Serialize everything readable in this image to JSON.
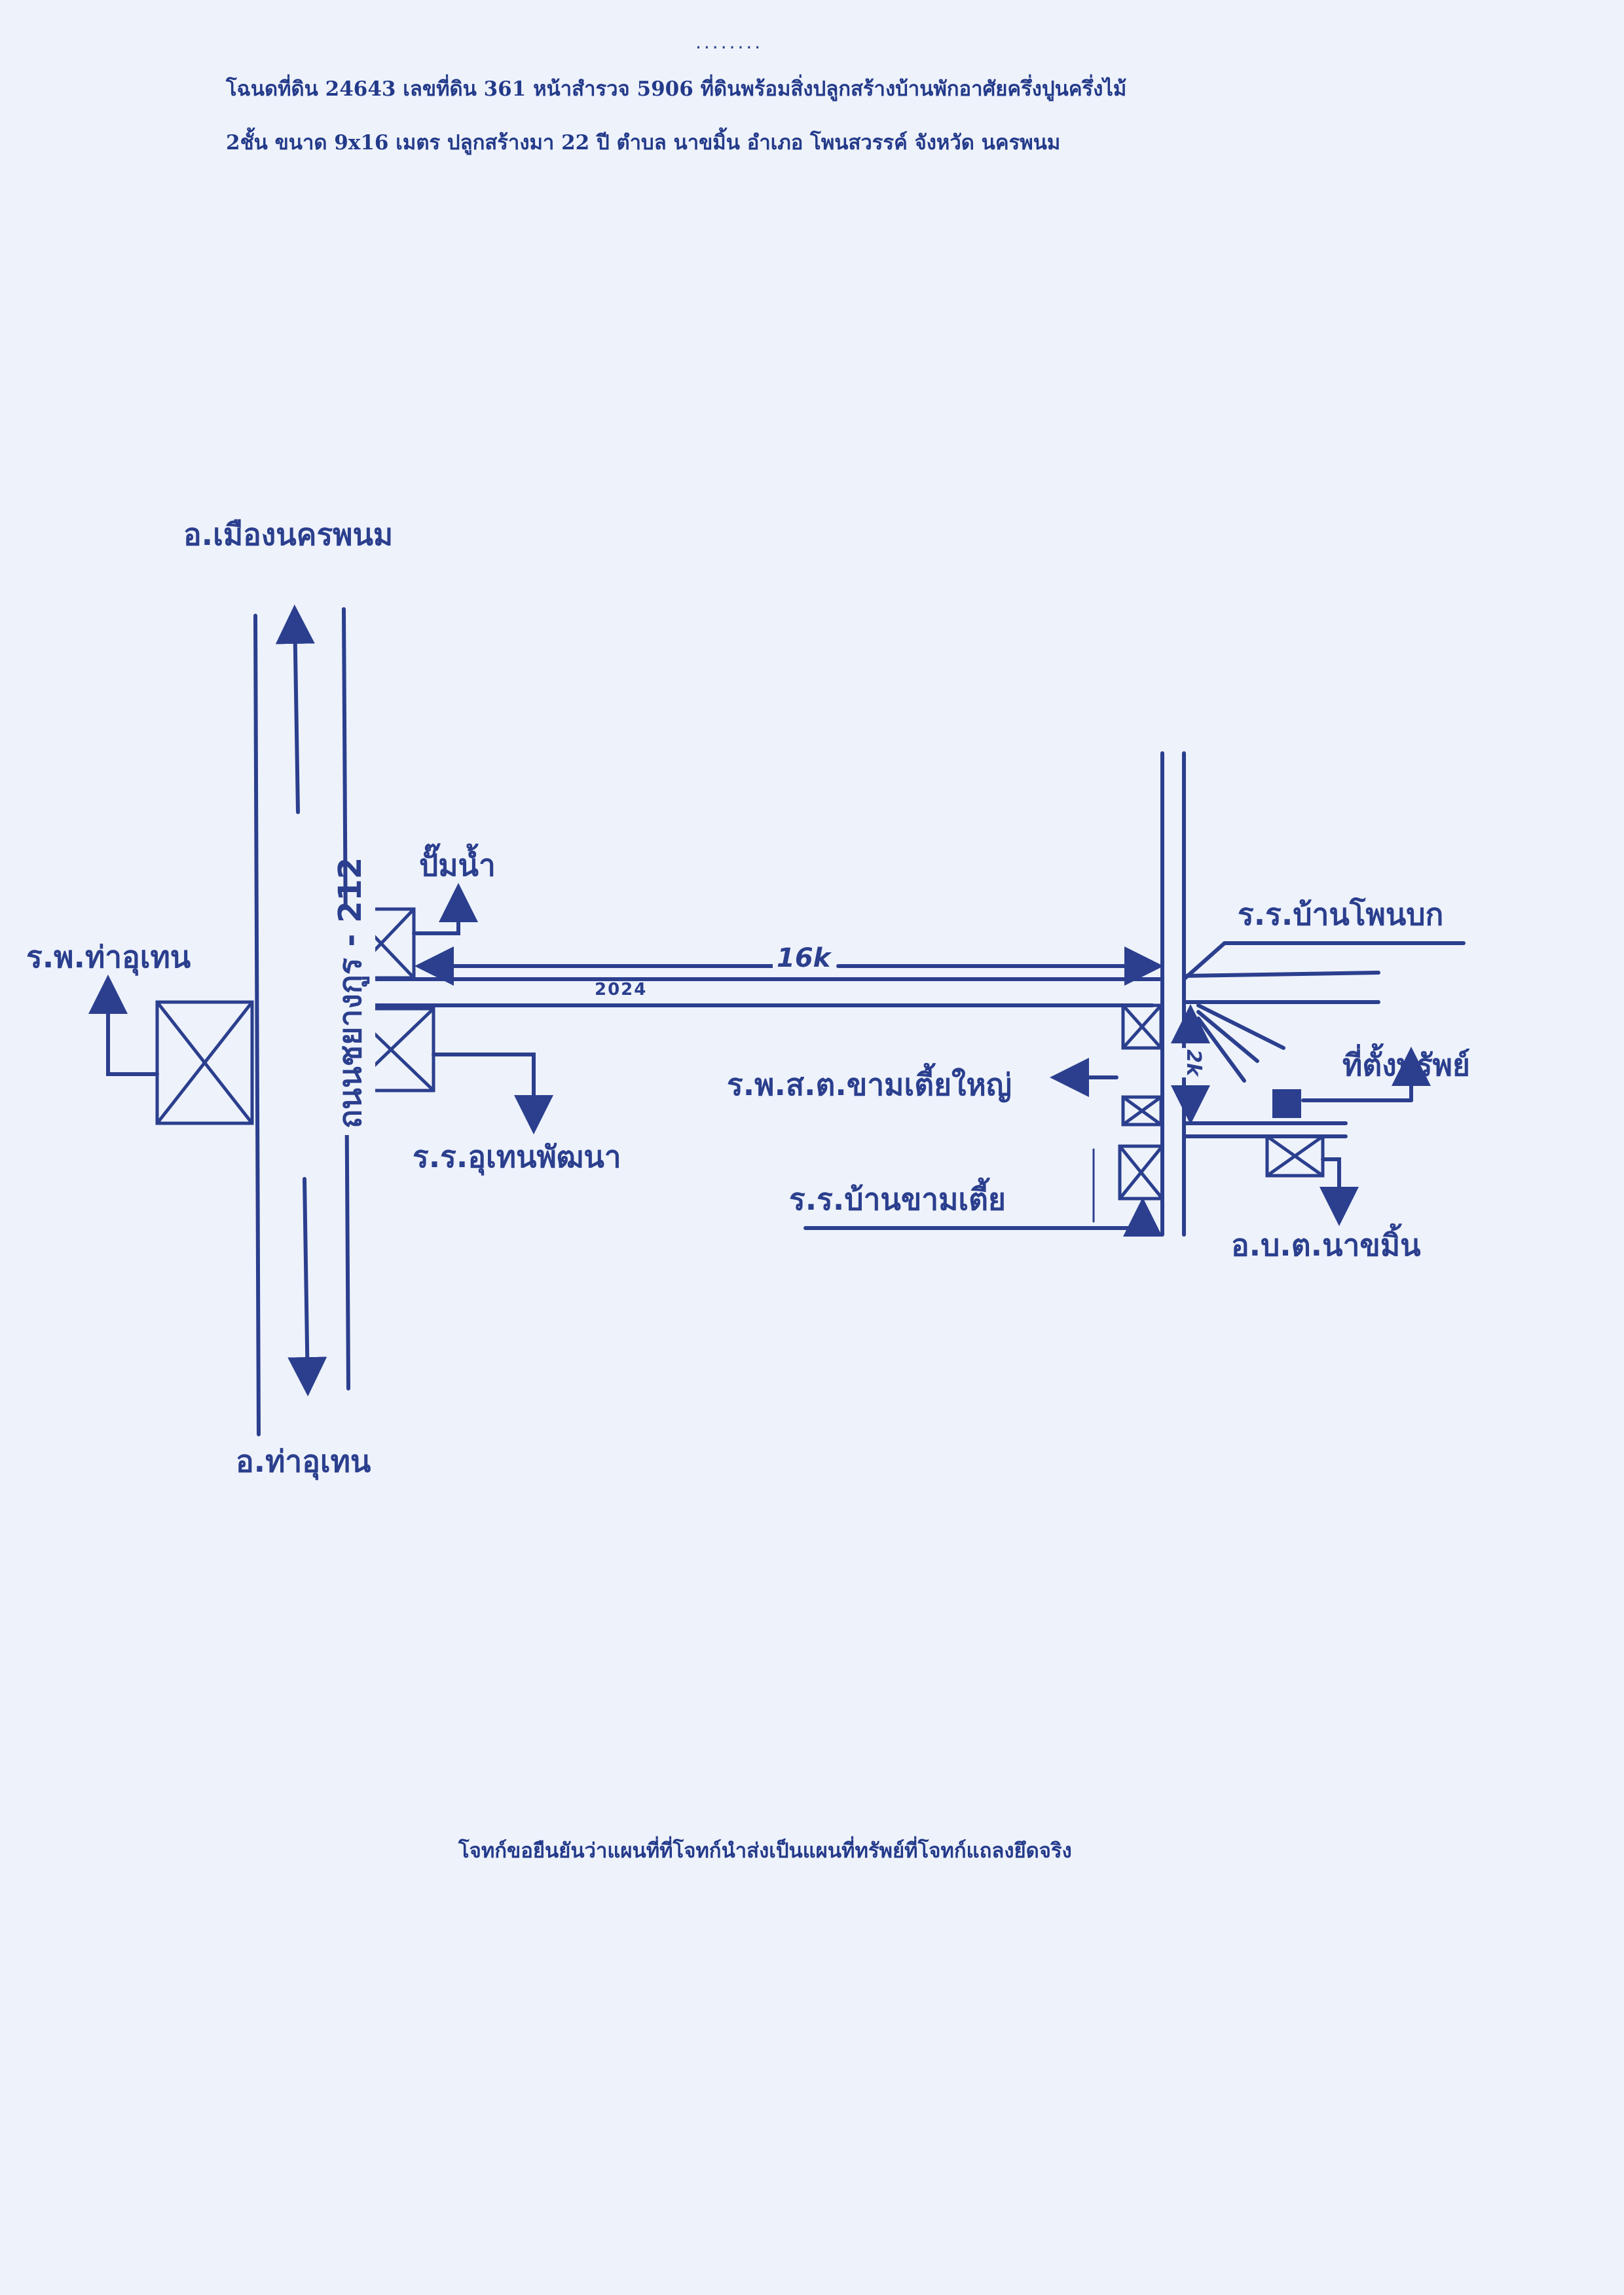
{
  "header": {
    "marks": "........",
    "line1": "โฉนดที่ดิน  24643  เลขที่ดิน 361 หน้าสำรวจ  5906  ที่ดินพร้อมสิ่งปลูกสร้างบ้านพักอาศัยครึ่งปูนครึ่งไม้",
    "line2": "2ชั้น ขนาด 9x16 เมตร ปลูกสร้างมา 22 ปี  ตำบล นาขมิ้น อำเภอ โพนสวรรค์ จังหวัด นครพนม"
  },
  "map": {
    "north_destination": "อ.เมืองนครพนม",
    "south_destination": "อ.ท่าอุเทน",
    "highway_label": "ถนนชยางกูร - 212",
    "road_number": "2024",
    "distance_main": "16k",
    "distance_branch": "2k",
    "places": {
      "hospital": "ร.พ.ท่าอุเทน",
      "gas_station": "ปั๊มน้ำ",
      "school_uthen": "ร.ร.อุเทนพัฒนา",
      "school_phonbok": "ร.ร.บ้านโพนบก",
      "health_center": "ร.พ.ส.ต.ขามเตี้ยใหญ่",
      "school_khamtia": "ร.ร.บ้านขามเตี้ย",
      "property": "ที่ตั้งทรัพย์",
      "tambon_office": "อ.บ.ต.นาขมิ้น"
    }
  },
  "footer": "โจทก์ขอยืนยันว่าแผนที่ที่โจทก์นำส่งเป็นแผนที่ทรัพย์ที่โจทก์แถลงยึดจริง"
}
